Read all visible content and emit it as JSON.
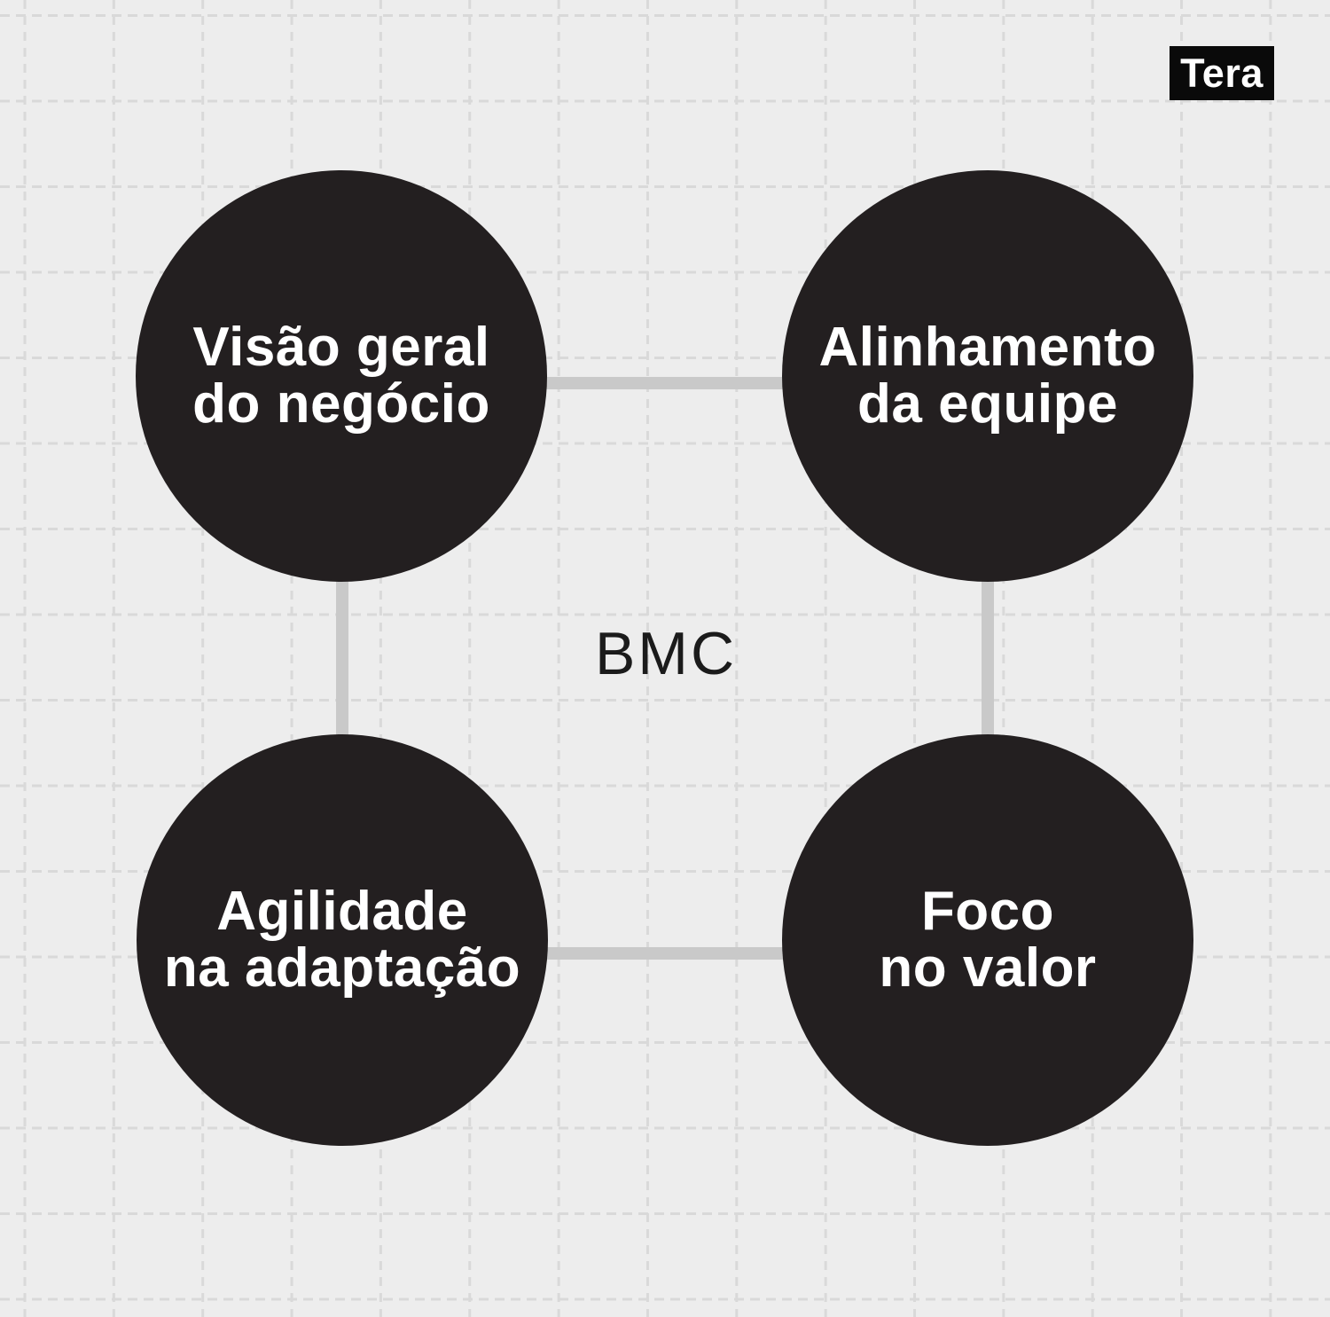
{
  "logo": {
    "text": "Tera"
  },
  "diagram": {
    "center_label": "BMC",
    "nodes": [
      {
        "id": "visao-geral-do-negocio",
        "line1": "Visão geral",
        "line2": "do negócio",
        "position": "top-left"
      },
      {
        "id": "alinhamento-da-equipe",
        "line1": "Alinhamento",
        "line2": "da equipe",
        "position": "top-right"
      },
      {
        "id": "agilidade-na-adaptacao",
        "line1": "Agilidade",
        "line2": "na adaptação",
        "position": "bottom-left"
      },
      {
        "id": "foco-no-valor",
        "line1": "Foco",
        "line2": "no valor",
        "position": "bottom-right"
      }
    ]
  },
  "colors": {
    "background": "#ededed",
    "grid_line": "#d9d9d9",
    "connector": "#c9c9c9",
    "node_fill": "#231f20",
    "node_text": "#ffffff",
    "center_text": "#1b1b1b",
    "logo_bg": "#0a0a0a",
    "logo_text": "#ffffff"
  }
}
